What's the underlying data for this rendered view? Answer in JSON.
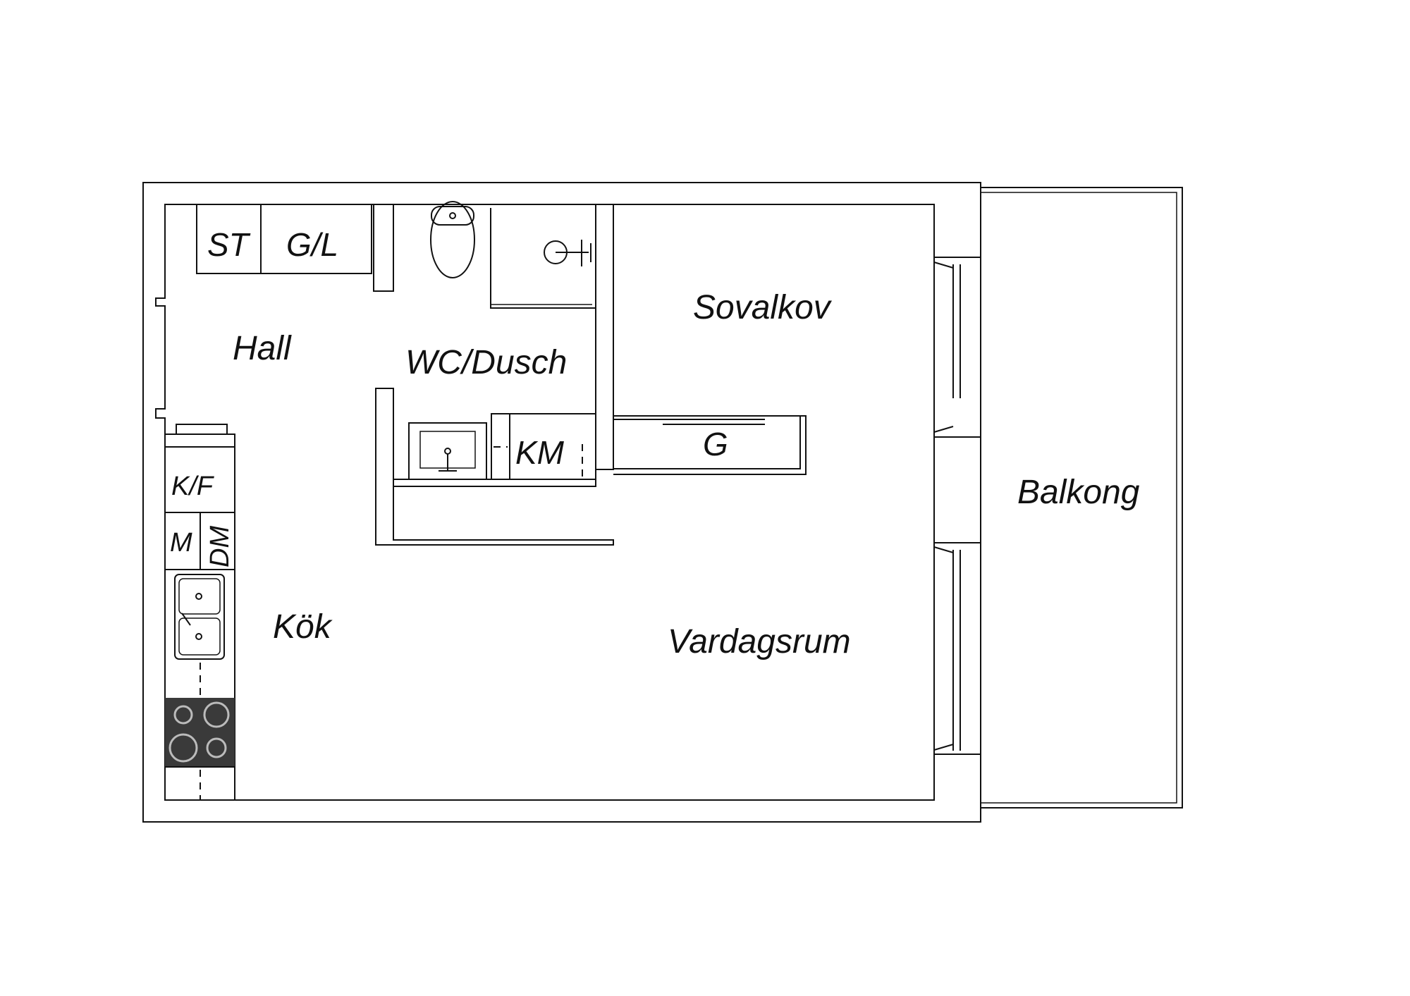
{
  "rooms": {
    "hall": "Hall",
    "wc_dusch": "WC/Dusch",
    "sovalkov": "Sovalkov",
    "kok": "Kök",
    "vardagsrum": "Vardagsrum",
    "balkong": "Balkong"
  },
  "fixtures": {
    "st": "ST",
    "gl": "G/L",
    "km": "KM",
    "g": "G",
    "kf": "K/F",
    "m": "M",
    "dm": "DM"
  },
  "colors": {
    "line": "#111111",
    "background": "#ffffff",
    "stove": "#3a3a3a"
  }
}
